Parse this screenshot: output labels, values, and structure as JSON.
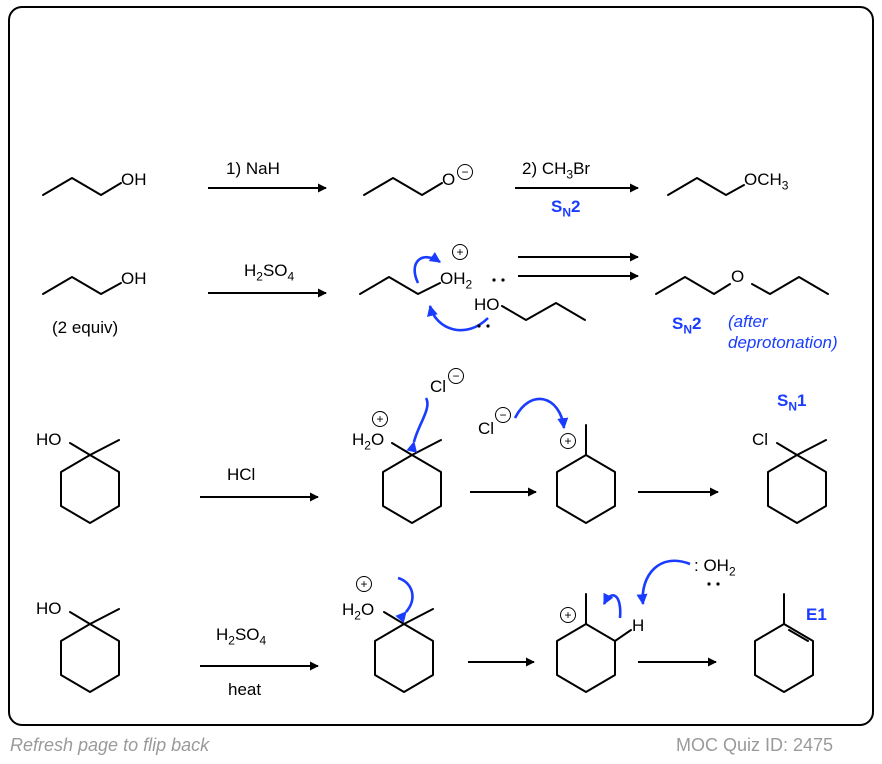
{
  "row1": {
    "reactant": "OH",
    "reagent": "1) NaH",
    "alkoxide": "O",
    "reagent2_prefix": "2) CH",
    "reagent2_sub": "3",
    "reagent2_suffix": "Br",
    "mechanism": "S",
    "mechanism_sub": "N",
    "mechanism_num": "2",
    "product_prefix": "OCH",
    "product_sub": "3"
  },
  "row2": {
    "reactant": "OH",
    "equiv": "(2 equiv)",
    "reagent_prefix": "H",
    "reagent_sub1": "2",
    "reagent_mid": "SO",
    "reagent_sub2": "4",
    "oxonium_prefix": "OH",
    "oxonium_sub": "2",
    "nucleophile": "HO",
    "product_o": "O",
    "mechanism": "S",
    "mechanism_sub": "N",
    "mechanism_num": "2",
    "note_line1": "(after",
    "note_line2": "deprotonation)"
  },
  "row3": {
    "reactant": "HO",
    "reagent": "HCl",
    "chloride1": "Cl",
    "oxonium_prefix": "H",
    "oxonium_sub": "2",
    "oxonium_suffix": "O",
    "chloride2": "Cl",
    "product": "Cl",
    "mechanism": "S",
    "mechanism_sub": "N",
    "mechanism_num": "1"
  },
  "row4": {
    "reactant": "HO",
    "reagent_prefix": "H",
    "reagent_sub1": "2",
    "reagent_mid": "SO",
    "reagent_sub2": "4",
    "condition": "heat",
    "oxonium_prefix": "H",
    "oxonium_sub": "2",
    "oxonium_suffix": "O",
    "hydrogen": "H",
    "water_prefix": ": OH",
    "water_sub": "2",
    "mechanism": "E1"
  },
  "footer": {
    "left": "Refresh page to flip back",
    "right": "MOC Quiz ID: 2475"
  },
  "colors": {
    "arrow_blue": "#1a3cff",
    "text": "#000000",
    "footer": "#9a9a9a"
  }
}
